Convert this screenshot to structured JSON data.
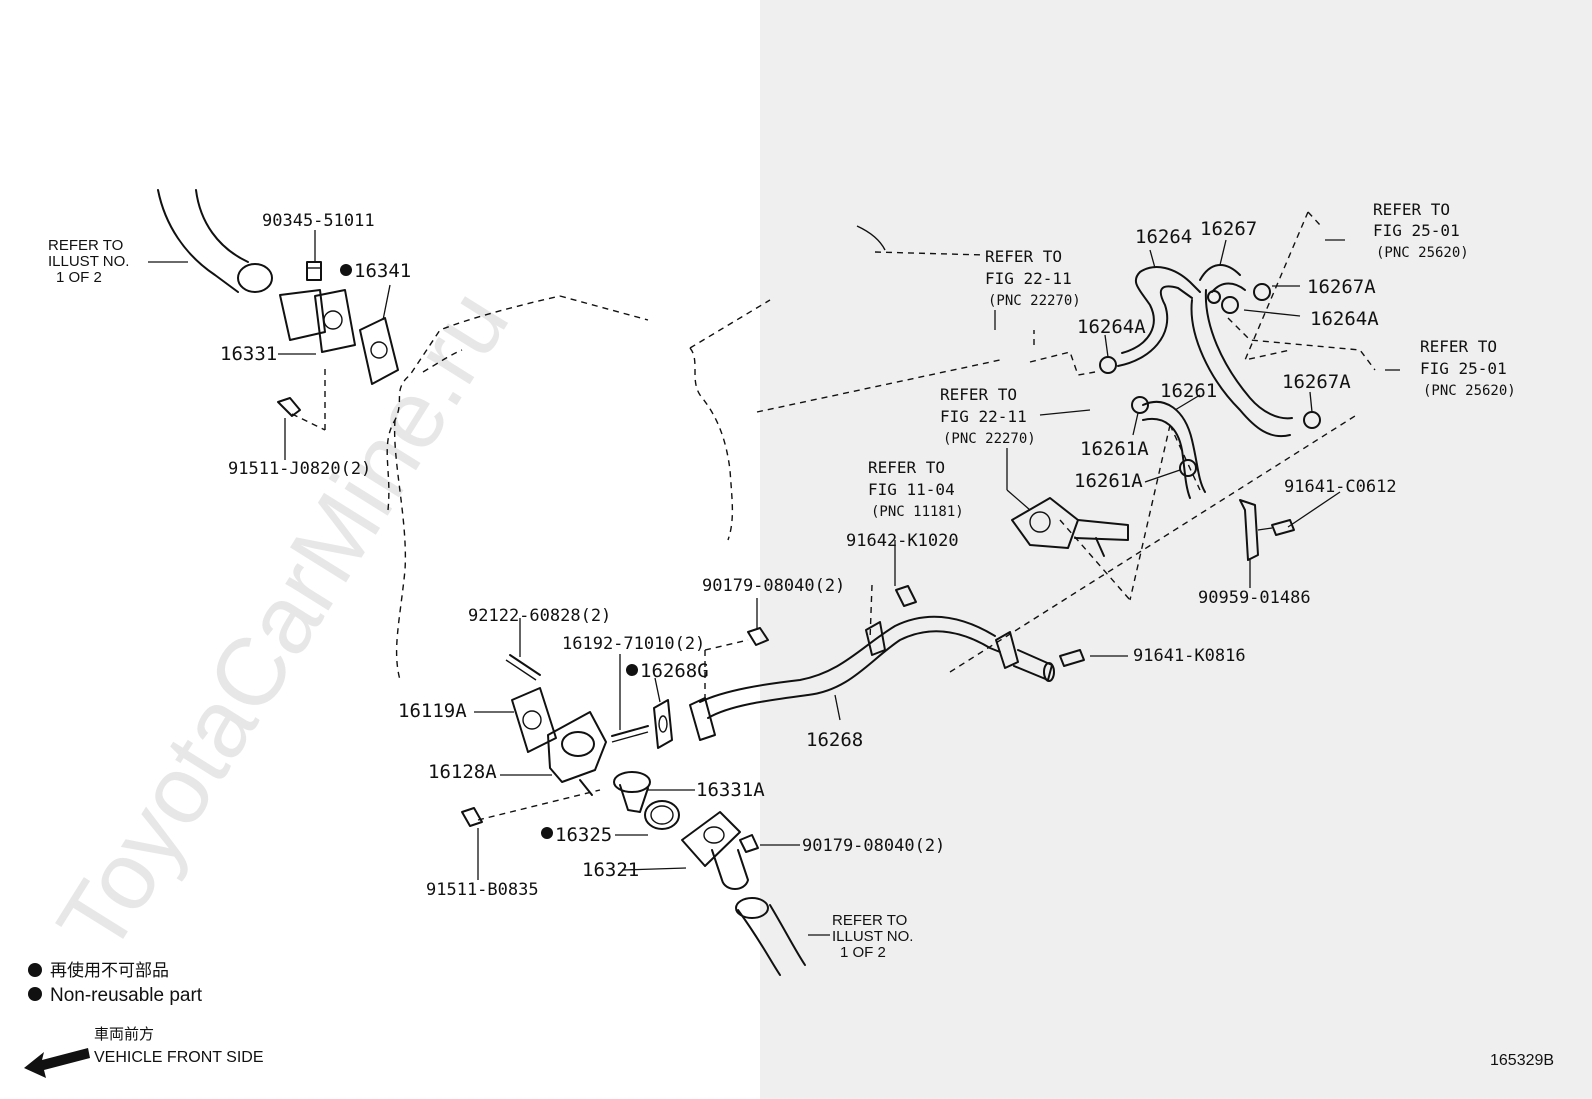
{
  "watermark": "ToyotaCarMine.ru",
  "diagram_code": "165329B",
  "legend": {
    "jp": "再使用不可部品",
    "en": "Non-reusable part",
    "front_jp": "車両前方",
    "front_en": "VEHICLE FRONT SIDE"
  },
  "refs": {
    "illust_top": [
      "REFER TO",
      "ILLUST NO.",
      "1 OF 2"
    ],
    "illust_bottom": [
      "REFER TO",
      "ILLUST NO.",
      "1 OF 2"
    ],
    "fig2211_a": [
      "REFER TO",
      "FIG 22-11",
      "(PNC 22270)"
    ],
    "fig2211_b": [
      "REFER TO",
      "FIG 22-11",
      "(PNC 22270)"
    ],
    "fig1104": [
      "REFER TO",
      "FIG 11-04",
      "(PNC 11181)"
    ],
    "fig2501_a": [
      "REFER TO",
      "FIG 25-01",
      "(PNC 25620)"
    ],
    "fig2501_b": [
      "REFER TO",
      "FIG 25-01",
      "(PNC 25620)"
    ]
  },
  "parts": {
    "p90345": "90345-51011",
    "p16341": "16341",
    "p16331": "16331",
    "p91511j": "91511-J0820(2)",
    "p16264": "16264",
    "p16267": "16267",
    "p16267A_1": "16267A",
    "p16264A_1": "16264A",
    "p16264A_2": "16264A",
    "p16261": "16261",
    "p16267A_2": "16267A",
    "p16261A_1": "16261A",
    "p16261A_2": "16261A",
    "p91641c": "91641-C0612",
    "p90959": "90959-01486",
    "p91642": "91642-K1020",
    "p90179_1": "90179-08040(2)",
    "p92122": "92122-60828(2)",
    "p16192": "16192-71010(2)",
    "p16268G": "16268G",
    "p91641k": "91641-K0816",
    "p16119A": "16119A",
    "p16268": "16268",
    "p16128A": "16128A",
    "p16331A": "16331A",
    "p16325": "16325",
    "p90179_2": "90179-08040(2)",
    "p16321": "16321",
    "p91511b": "91511-B0835"
  }
}
